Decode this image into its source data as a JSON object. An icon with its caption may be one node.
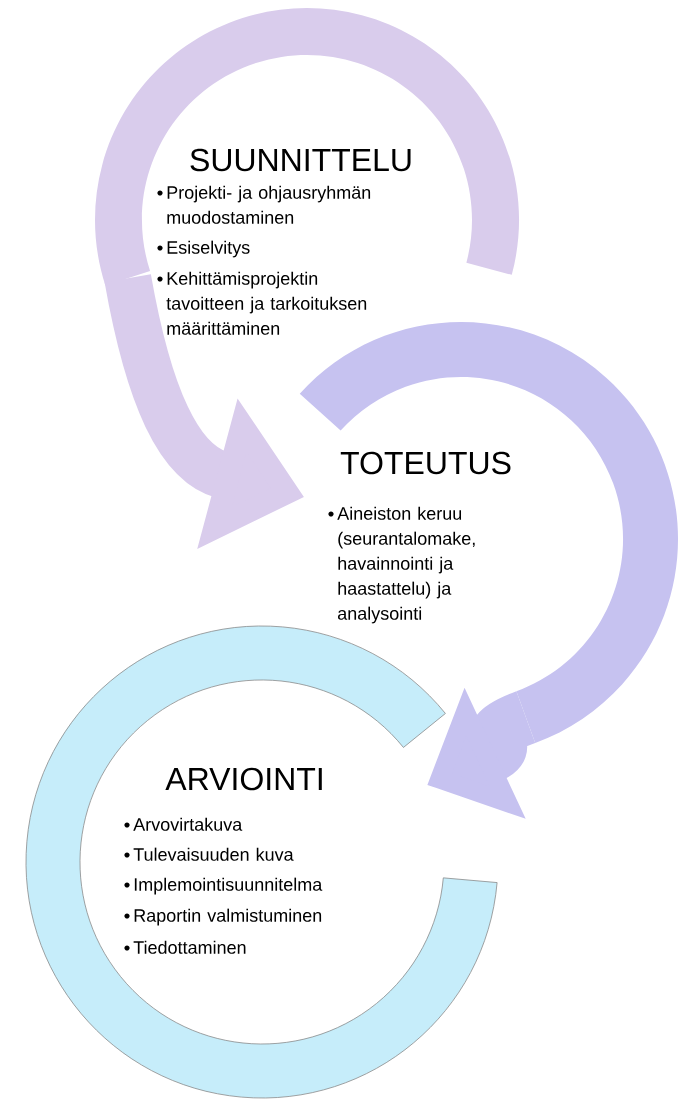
{
  "diagram": {
    "nodes": [
      {
        "text": [
          "SUUNNITTELU",
          "Projekti- ja ohjausryhmän muodostaminen",
          "Esiselvitys",
          "Kehittämisprojektin tavoitteen ja tarkoituksen määrittäminen"
        ]
      },
      {
        "text": [
          "TOTEUTUS",
          "Aineiston keruu (seurantalomake, havainnointi ja haastattelu) ja analysointi"
        ]
      },
      {
        "text": [
          "ARVIOINTI",
          "Arvovirtakuva",
          "Tulevaisuuden kuva",
          "Implemointisuunnitelma",
          "Raportin valmistuminen",
          "Tiedottaminen"
        ]
      }
    ],
    "edges": [
      {
        "from": 0,
        "to": 1,
        "arrow": "to"
      },
      {
        "from": 1,
        "to": 2,
        "arrow": "to"
      }
    ]
  }
}
